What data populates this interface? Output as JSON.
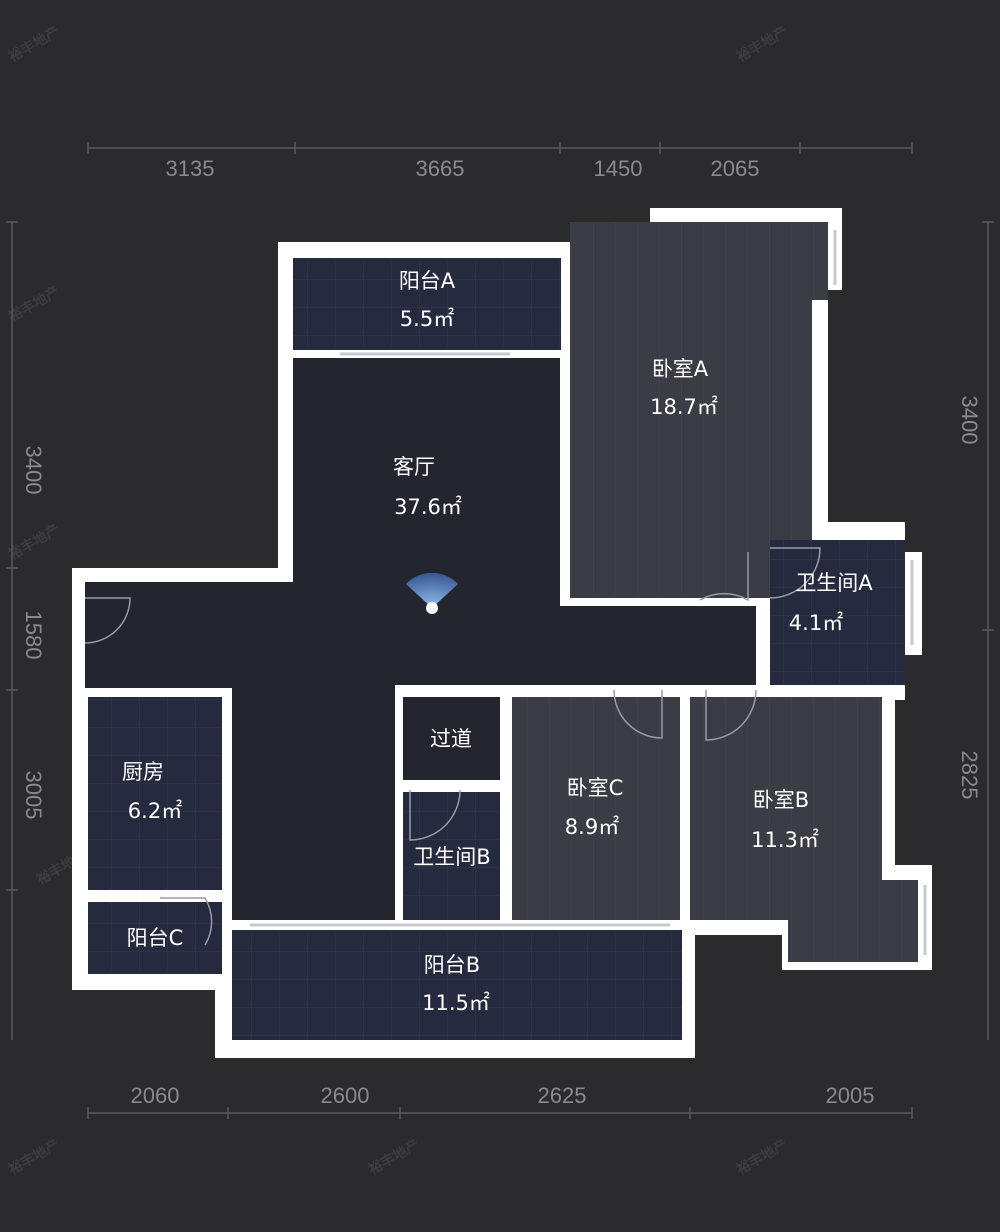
{
  "watermark": "裕丰地产",
  "colors": {
    "background": "#2b2b2d",
    "wall": "#ffffff",
    "wet_room": "#262a3e",
    "bedroom": "#3b3d45",
    "living": "#23252f",
    "dimension": "#8a8a8e",
    "camera": "#4a9fe8"
  },
  "dimensions": {
    "top": [
      "3135",
      "3665",
      "1450",
      "2065"
    ],
    "bottom": [
      "2060",
      "2600",
      "2625",
      "2005"
    ],
    "left": [
      "3400",
      "1580",
      "3005"
    ],
    "right": [
      "3400",
      "2825"
    ]
  },
  "rooms": {
    "balcony_a": {
      "name": "阳台A",
      "area": "5.5㎡"
    },
    "bedroom_a": {
      "name": "卧室A",
      "area": "18.7㎡"
    },
    "living": {
      "name": "客厅",
      "area": "37.6㎡"
    },
    "bath_a": {
      "name": "卫生间A",
      "area": "4.1㎡"
    },
    "corridor": {
      "name": "过道"
    },
    "bath_b": {
      "name": "卫生间B"
    },
    "bedroom_c": {
      "name": "卧室C",
      "area": "8.9㎡"
    },
    "bedroom_b": {
      "name": "卧室B",
      "area": "11.3㎡"
    },
    "kitchen": {
      "name": "厨房",
      "area": "6.2㎡"
    },
    "balcony_c": {
      "name": "阳台C"
    },
    "balcony_b": {
      "name": "阳台B",
      "area": "11.5㎡"
    }
  }
}
